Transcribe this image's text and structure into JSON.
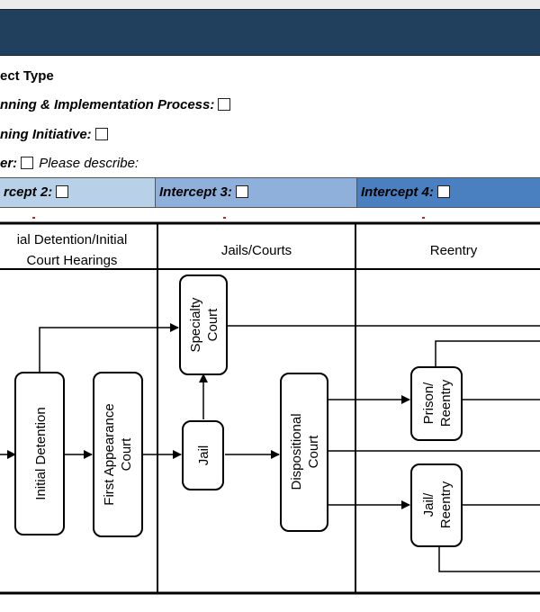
{
  "form": {
    "project_type_label": "ect Type",
    "planning_label": "nning & Implementation Process:",
    "training_label": "ning Initiative:",
    "other_label": "er:",
    "other_description": "Please describe:"
  },
  "intercepts": [
    {
      "label": "rcept 2:",
      "color": "#b9d0e9"
    },
    {
      "label": "Intercept 3:",
      "color": "#8eb0da"
    },
    {
      "label": "Intercept 4:",
      "color": "#4a7fc0"
    }
  ],
  "diagram": {
    "columns": [
      "ial Detention/Initial",
      "Court Hearings",
      "Jails/Courts",
      "Reentry"
    ],
    "nodes": {
      "initial_detention": "Initial Detention",
      "first_appearance_1": "First Appearance",
      "first_appearance_2": "Court",
      "specialty_1": "Specialty",
      "specialty_2": "Court",
      "jail": "Jail",
      "dispositional_1": "Dispositional",
      "dispositional_2": "Court",
      "prison_reentry_1": "Prison/",
      "prison_reentry_2": "Reentry",
      "jail_reentry_1": "Jail/",
      "jail_reentry_2": "Reentry"
    }
  },
  "colors": {
    "header": "#21405d",
    "intercept_2": "#b9d0e9",
    "intercept_3": "#8eb0da",
    "intercept_4": "#4a7fc0"
  }
}
